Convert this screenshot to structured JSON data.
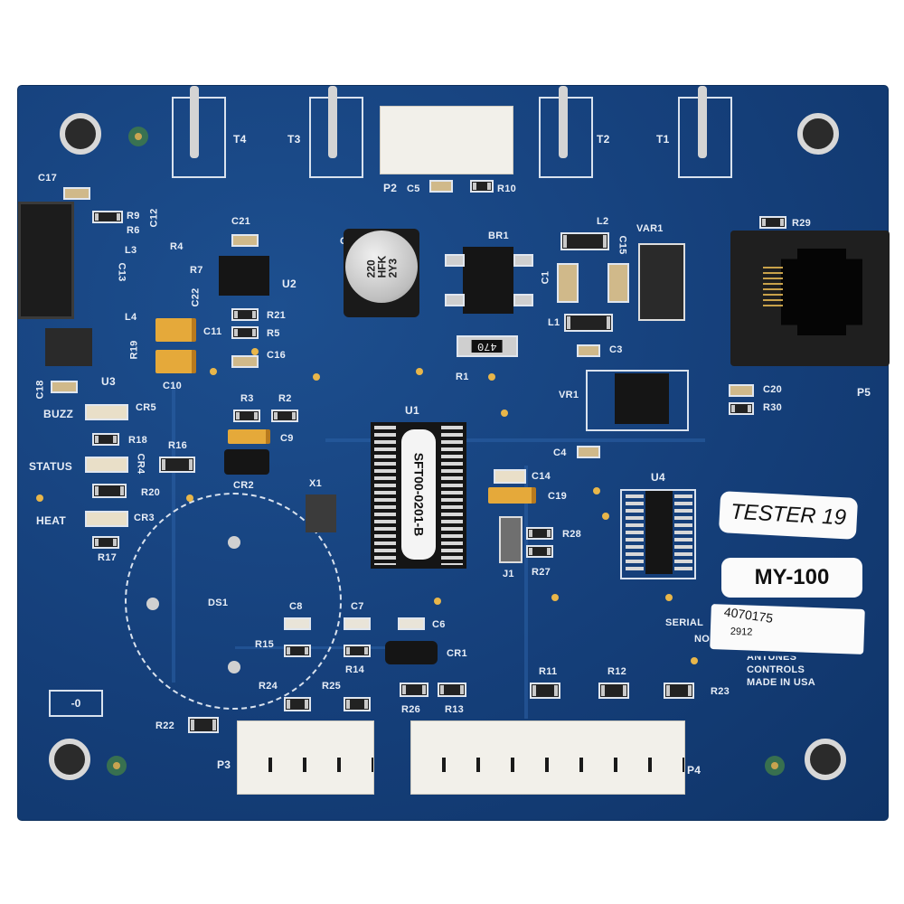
{
  "image": {
    "subject": "Blue printed circuit board (controller board)",
    "background_color": "#ffffff",
    "board_color": "#153f7a"
  },
  "labels": {
    "tester": "TESTER 19",
    "model": "MY-100",
    "serial_number": "4070175",
    "serial_suffix": "2912",
    "serial_prefix": "SERIAL",
    "serial_no": "NO.",
    "manufacturer_line1": "ANTUNES",
    "manufacturer_line2": "CONTROLS",
    "origin": "MADE IN USA",
    "chip_label": "SFT00-0201-B",
    "cap_marking": "220\nHFK\n2Y3",
    "r1_marking": "470",
    "board_mark": "-0"
  },
  "indicators": {
    "buzz": "BUZZ",
    "status": "STATUS",
    "heat": "HEAT"
  },
  "designators": {
    "terminals": [
      "T4",
      "T3",
      "T2",
      "T1"
    ],
    "connectors": {
      "p2": "P2",
      "p3": "P3",
      "p4": "P4",
      "p5": "P5"
    },
    "ics": {
      "u1": "U1",
      "u2": "U2",
      "u3": "U3",
      "u4": "U4",
      "vr1": "VR1",
      "br1": "BR1",
      "var1": "VAR1",
      "x1": "X1",
      "ds1": "DS1",
      "j1": "J1"
    },
    "diodes": {
      "cr1": "CR1",
      "cr2": "CR2",
      "cr3": "CR3",
      "cr4": "CR4",
      "cr5": "CR5"
    },
    "inductors": {
      "l1": "L1",
      "l2": "L2",
      "l3": "L3",
      "l4": "L4"
    },
    "caps": {
      "c1": "C1",
      "c2": "C2",
      "c3": "C3",
      "c4": "C4",
      "c5": "C5",
      "c6": "C6",
      "c7": "C7",
      "c8": "C8",
      "c9": "C9",
      "c10": "C10",
      "c11": "C11",
      "c12": "C12",
      "c13": "C13",
      "c14": "C14",
      "c15": "C15",
      "c16": "C16",
      "c17": "C17",
      "c18": "C18",
      "c19": "C19",
      "c20": "C20",
      "c21": "C21",
      "c22": "C22"
    },
    "resistors": {
      "r1": "R1",
      "r2": "R2",
      "r3": "R3",
      "r4": "R4",
      "r5": "R5",
      "r6": "R6",
      "r7": "R7",
      "r9": "R9",
      "r10": "R10",
      "r11": "R11",
      "r12": "R12",
      "r13": "R13",
      "r14": "R14",
      "r15": "R15",
      "r16": "R16",
      "r17": "R17",
      "r18": "R18",
      "r19": "R19",
      "r20": "R20",
      "r21": "R21",
      "r22": "R22",
      "r23": "R23",
      "r24": "R24",
      "r25": "R25",
      "r26": "R26",
      "r27": "R27",
      "r28": "R28",
      "r29": "R29",
      "r30": "R30"
    }
  }
}
